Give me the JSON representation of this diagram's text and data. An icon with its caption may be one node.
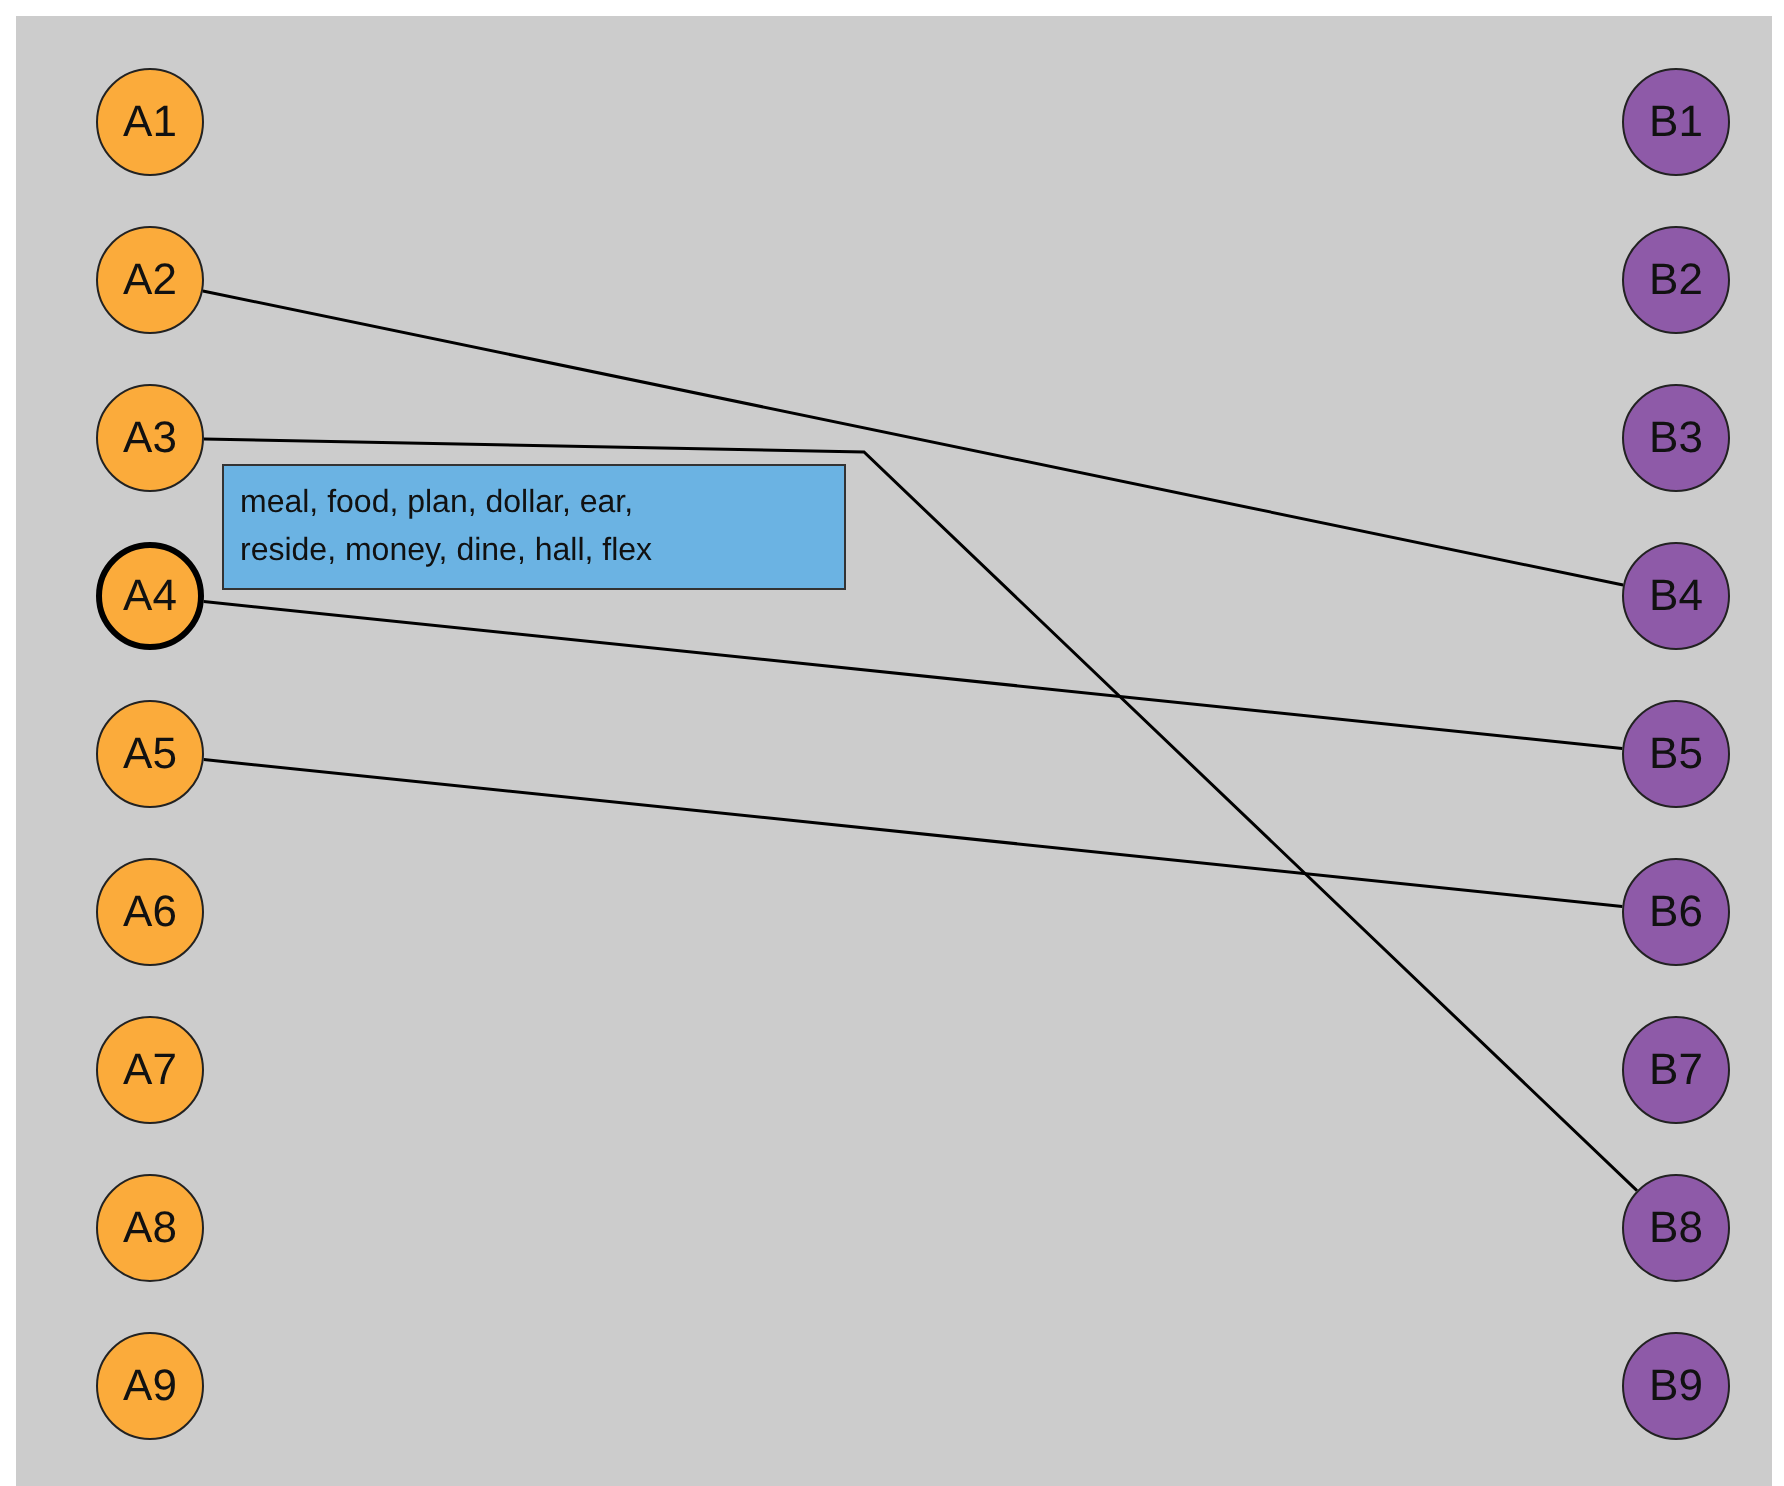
{
  "diagram": {
    "nodes": [
      {
        "text": [
          "A1"
        ]
      },
      {
        "text": [
          "A2"
        ]
      },
      {
        "text": [
          "A3"
        ]
      },
      {
        "text": [
          "A4"
        ]
      },
      {
        "text": [
          "A5"
        ]
      },
      {
        "text": [
          "A6"
        ]
      },
      {
        "text": [
          "A7"
        ]
      },
      {
        "text": [
          "A8"
        ]
      },
      {
        "text": [
          "A9"
        ]
      },
      {
        "text": [
          "B1"
        ]
      },
      {
        "text": [
          "B2"
        ]
      },
      {
        "text": [
          "B3"
        ]
      },
      {
        "text": [
          "B4"
        ]
      },
      {
        "text": [
          "B5"
        ]
      },
      {
        "text": [
          "B6"
        ]
      },
      {
        "text": [
          "B7"
        ]
      },
      {
        "text": [
          "B8"
        ]
      },
      {
        "text": [
          "B9"
        ]
      },
      {
        "text": [
          "meal, food, plan, dollar, ear, reside, money, dine, hall, flex"
        ]
      }
    ],
    "edges": [
      {
        "from": 1,
        "to": 12,
        "arrow": "none"
      },
      {
        "from": 2,
        "to": 16,
        "arrow": "none"
      },
      {
        "from": 3,
        "to": 13,
        "arrow": "none"
      },
      {
        "from": 4,
        "to": 14,
        "arrow": "none"
      }
    ]
  }
}
